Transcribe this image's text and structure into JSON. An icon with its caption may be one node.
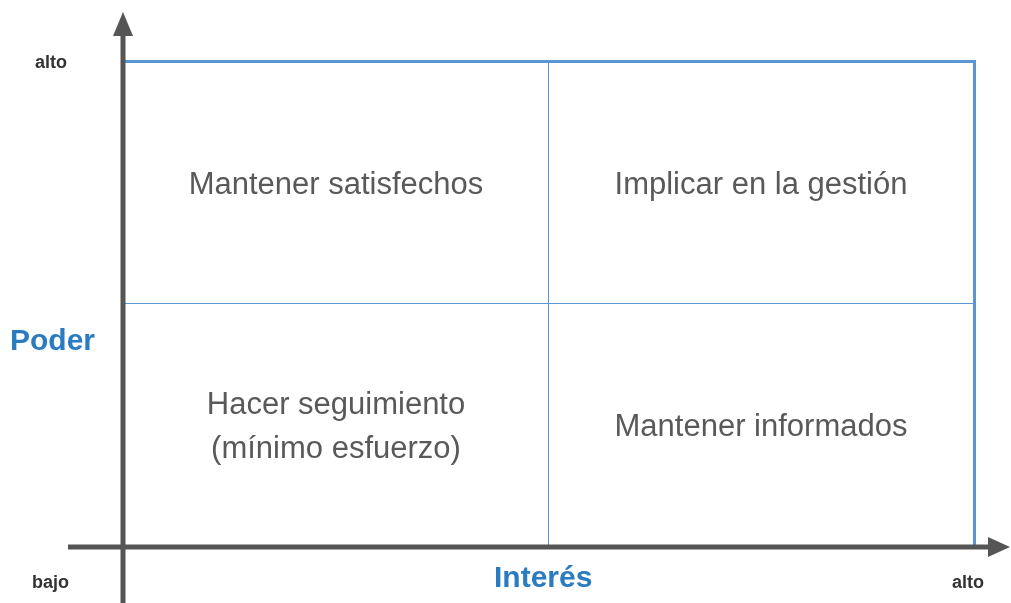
{
  "diagram": {
    "nodes": [
      {
        "text": [
          "Mantener satisfechos"
        ]
      },
      {
        "text": [
          "Implicar en la gestión"
        ]
      },
      {
        "text": [
          "Hacer seguimiento (mínimo esfuerzo)"
        ]
      },
      {
        "text": [
          "Mantener informados"
        ]
      }
    ],
    "labels": [
      "alto",
      "Poder",
      "bajo",
      "Interés",
      "alto"
    ]
  }
}
